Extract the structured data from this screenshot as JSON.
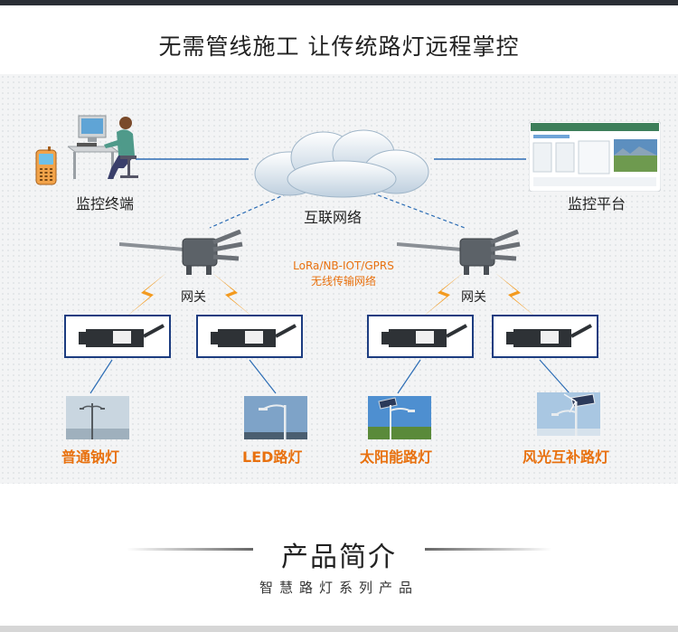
{
  "header": {
    "title": "无需管线施工  让传统路灯远程掌控"
  },
  "diagram": {
    "monitor_terminal": "监控终端",
    "internet": "互联网络",
    "monitor_platform": "监控平台",
    "gateway_left": "网关",
    "gateway_right": "网关",
    "wireless_protocols": "LoRa/NB-IOT/GPRS",
    "wireless_network": "无线传输网络",
    "lamps": [
      {
        "label": "普通钠灯"
      },
      {
        "label": "LED路灯"
      },
      {
        "label": "太阳能路灯"
      },
      {
        "label": "风光互补路灯"
      }
    ],
    "colors": {
      "accent": "#e8710f",
      "box_border": "#1c3c80",
      "line": "#2c6db5"
    }
  },
  "section": {
    "title": "产品简介",
    "subtitle": "智慧路灯系列产品"
  }
}
